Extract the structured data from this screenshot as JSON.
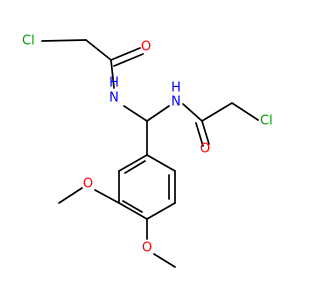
{
  "molecule": {
    "labels": {
      "cl_top": "Cl",
      "o_top": "O",
      "nh_left": "H",
      "n_left": "N",
      "nh_right": "H",
      "n_right": "N",
      "o_right": "O",
      "cl_right": "Cl",
      "o_methoxy_left": "O",
      "o_methoxy_bottom": "O"
    },
    "colors": {
      "bond": "#000000",
      "chlorine": "#00a000",
      "oxygen": "#ff0000",
      "nitrogen": "#0000ff"
    }
  }
}
